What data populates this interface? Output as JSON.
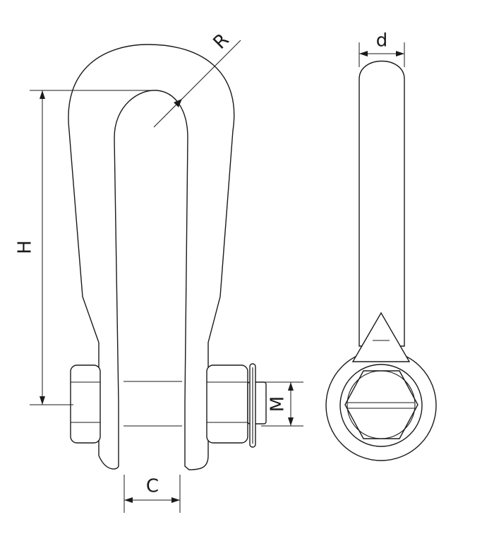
{
  "diagram": {
    "labels": {
      "radius": "R",
      "height": "H",
      "width": "C",
      "pin_diameter": "M",
      "thickness": "d"
    }
  }
}
